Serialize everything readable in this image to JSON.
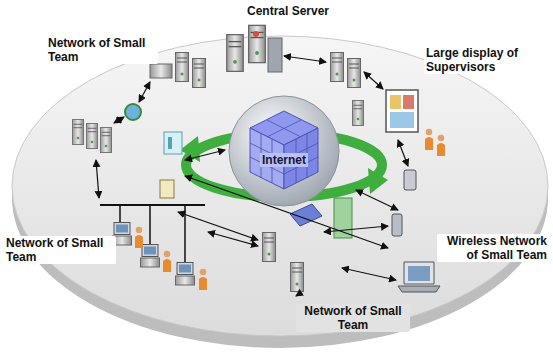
{
  "diagram": {
    "nodes": [
      {
        "text": [
          "Internet"
        ]
      }
    ],
    "labels": [
      "Central Server",
      "Network of Small Team",
      "Large display of Supervisors",
      "Network of Small Team",
      "Wireless Network of Small Team",
      "Network of Small Team"
    ]
  }
}
